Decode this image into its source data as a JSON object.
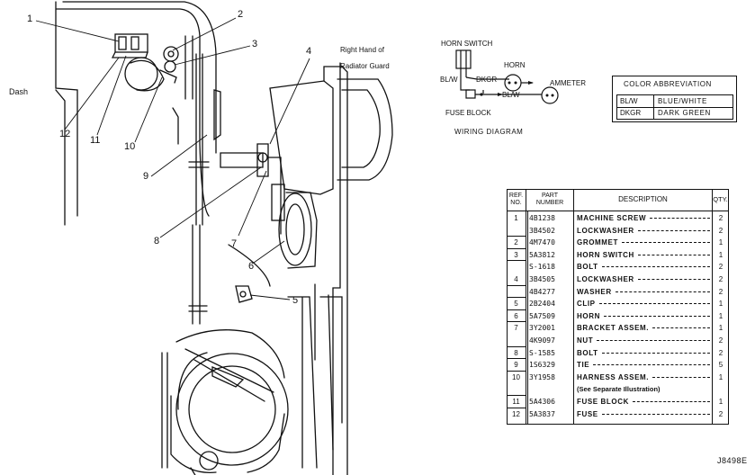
{
  "callouts": [
    "1",
    "2",
    "3",
    "4",
    "5",
    "6",
    "7",
    "8",
    "9",
    "10",
    "11",
    "12"
  ],
  "labels": {
    "dash": "Dash",
    "radiator_guard_line1": "Right Hand of",
    "radiator_guard_line2": "Radiator Guard"
  },
  "wiring": {
    "horn_switch": "HORN SWITCH",
    "horn": "HORN",
    "ammeter": "AMMETER",
    "wire_blw_1": "BL/W",
    "wire_dkgr": "DKGR",
    "wire_blw_2": "BL/W",
    "fuse_block": "FUSE BLOCK",
    "caption": "WIRING  DIAGRAM"
  },
  "color_abbreviation": {
    "title": "COLOR ABBREVIATION",
    "rows": [
      {
        "code": "BL/W",
        "meaning": "BLUE/WHITE"
      },
      {
        "code": "DKGR",
        "meaning": "DARK GREEN"
      }
    ]
  },
  "parts_table": {
    "headers": {
      "ref_line1": "REF.",
      "ref_line2": "NO.",
      "part_line1": "PART",
      "part_line2": "NUMBER",
      "description": "DESCRIPTION",
      "qty": "QTY."
    },
    "rows": [
      {
        "ref": "1",
        "part": "4B1238",
        "desc": "MACHINE SCREW",
        "qty": "2"
      },
      {
        "ref": "",
        "part": "3B4502",
        "desc": "LOCKWASHER",
        "qty": "2"
      },
      {
        "ref": "2",
        "part": "4M7470",
        "desc": "GROMMET",
        "qty": "1"
      },
      {
        "ref": "3",
        "part": "5A3812",
        "desc": "HORN SWITCH",
        "qty": "1"
      },
      {
        "ref": "",
        "part": "S-1618",
        "desc": "BOLT",
        "qty": "2"
      },
      {
        "ref": "4",
        "part": "3B4505",
        "desc": "LOCKWASHER",
        "qty": "2"
      },
      {
        "ref": "",
        "part": "4B4277",
        "desc": "WASHER",
        "qty": "2"
      },
      {
        "ref": "5",
        "part": "2B2404",
        "desc": "CLIP",
        "qty": "1"
      },
      {
        "ref": "6",
        "part": "5A7509",
        "desc": "HORN",
        "qty": "1"
      },
      {
        "ref": "7",
        "part": "3Y2001",
        "desc": "BRACKET ASSEM.",
        "qty": "1"
      },
      {
        "ref": "",
        "part": "4K9097",
        "desc": "NUT",
        "qty": "2"
      },
      {
        "ref": "8",
        "part": "S-1585",
        "desc": "BOLT",
        "qty": "2"
      },
      {
        "ref": "9",
        "part": "1S6329",
        "desc": "TIE",
        "qty": "5"
      },
      {
        "ref": "10",
        "part": "3Y1958",
        "desc": "HARNESS ASSEM.",
        "qty": "1"
      },
      {
        "ref": "",
        "part": "",
        "desc": "(See Separate Illustration)",
        "qty": ""
      },
      {
        "ref": "11",
        "part": "5A4306",
        "desc": "FUSE BLOCK",
        "qty": "1"
      },
      {
        "ref": "12",
        "part": "5A3837",
        "desc": "FUSE",
        "qty": "2"
      }
    ]
  },
  "drawing_id": "J8498E"
}
